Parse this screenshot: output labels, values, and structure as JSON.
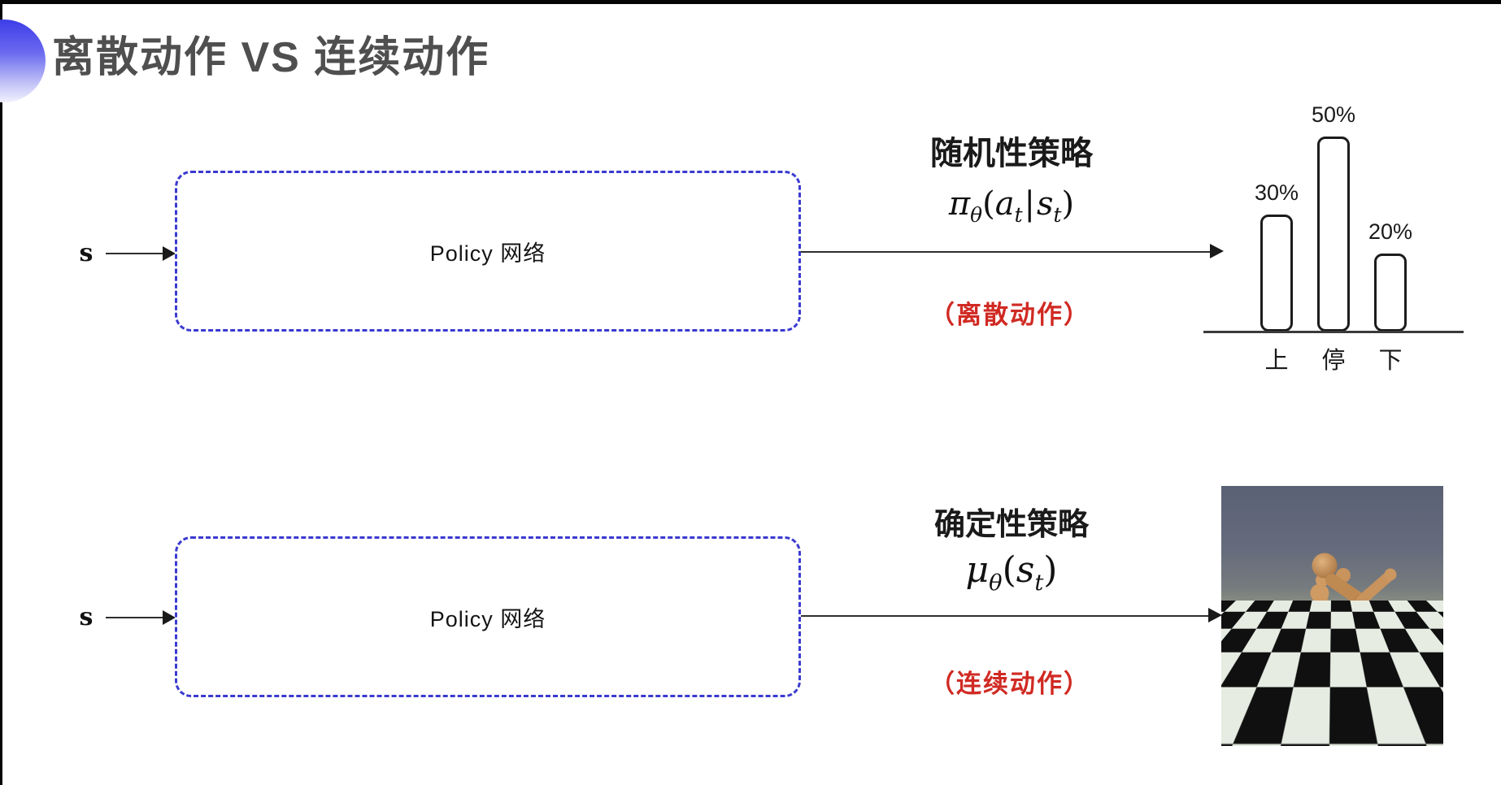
{
  "colors": {
    "accent_blue": "#3a3ad0",
    "note_red": "#d02a23",
    "title_gray": "#4f4f4f",
    "line_dark": "#2e2e2e"
  },
  "title": {
    "text": "离散动作 VS 连续动作"
  },
  "rows": [
    {
      "input_label": "s",
      "box_label": "Policy 网络",
      "policy_title": "随机性策略",
      "formula": {
        "head": "π",
        "head_sub": "θ",
        "open": "(",
        "arg1": "a",
        "arg1_sub": "t",
        "bar": "|",
        "arg2": "s",
        "arg2_sub": "t",
        "close": ")"
      },
      "action_note": "（离散动作）"
    },
    {
      "input_label": "s",
      "box_label": "Policy 网络",
      "policy_title": "确定性策略",
      "formula": {
        "head": "μ",
        "head_sub": "θ",
        "open": "(",
        "arg1": "s",
        "arg1_sub": "t",
        "close": ")"
      },
      "action_note": "（连续动作）"
    }
  ],
  "chart_data": {
    "type": "bar",
    "categories": [
      "上",
      "停",
      "下"
    ],
    "values": [
      30,
      50,
      20
    ],
    "labels": [
      "30%",
      "50%",
      "20%"
    ],
    "title": "",
    "xlabel": "",
    "ylabel": "",
    "ylim": [
      0,
      60
    ],
    "grid": false,
    "legend": false,
    "bar_style": "white fill, black rounded outline"
  }
}
